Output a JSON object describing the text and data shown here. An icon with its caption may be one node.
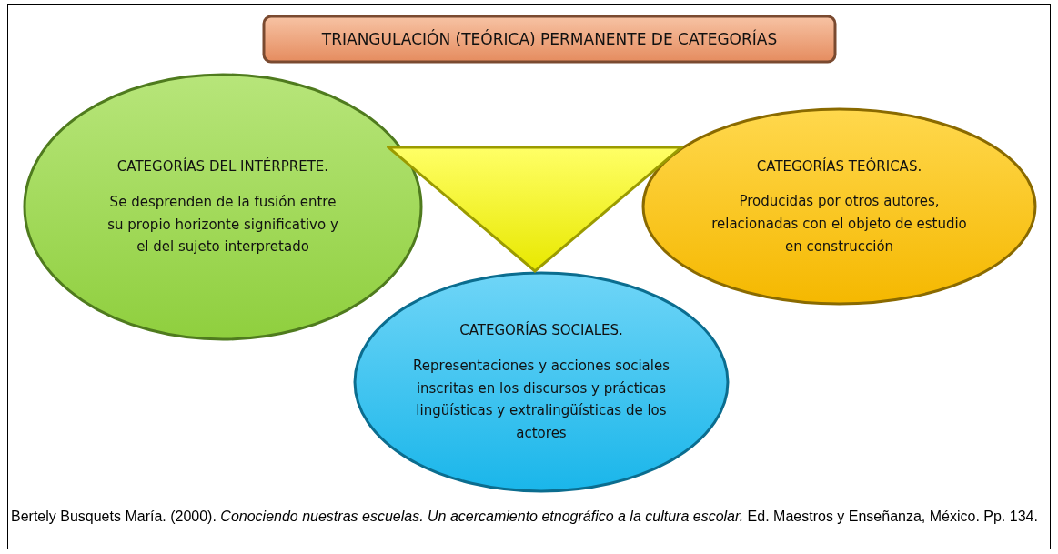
{
  "diagram": {
    "nodes": [
      {
        "text": [
          "TRIANGULACIÓN (TEÓRICA) PERMANENTE DE CATEGORÍAS"
        ]
      },
      {
        "text": [
          "CATEGORÍAS DEL INTÉRPRETE.",
          "Se desprenden de la fusión entre su propio horizonte significativo y el del sujeto interpretado"
        ]
      },
      {
        "text": [],
        "shape": "triangle"
      },
      {
        "text": [
          "CATEGORÍAS TEÓRICAS.",
          "Producidas por otros autores, relacionadas con el objeto de estudio en construcción"
        ]
      },
      {
        "text": [
          "CATEGORÍAS SOCIALES.",
          "Representaciones y acciones sociales inscritas en los discursos y prácticas lingüísticas y extralingüísticas de los actores"
        ]
      }
    ],
    "edges": [],
    "caption": "Bertely Busquets María. (2000). *Conociendo nuestras escuelas. Un acercamiento etnográfico a la cultura escolar.* Ed. Maestros y Enseñanza, México. Pp. 134."
  }
}
